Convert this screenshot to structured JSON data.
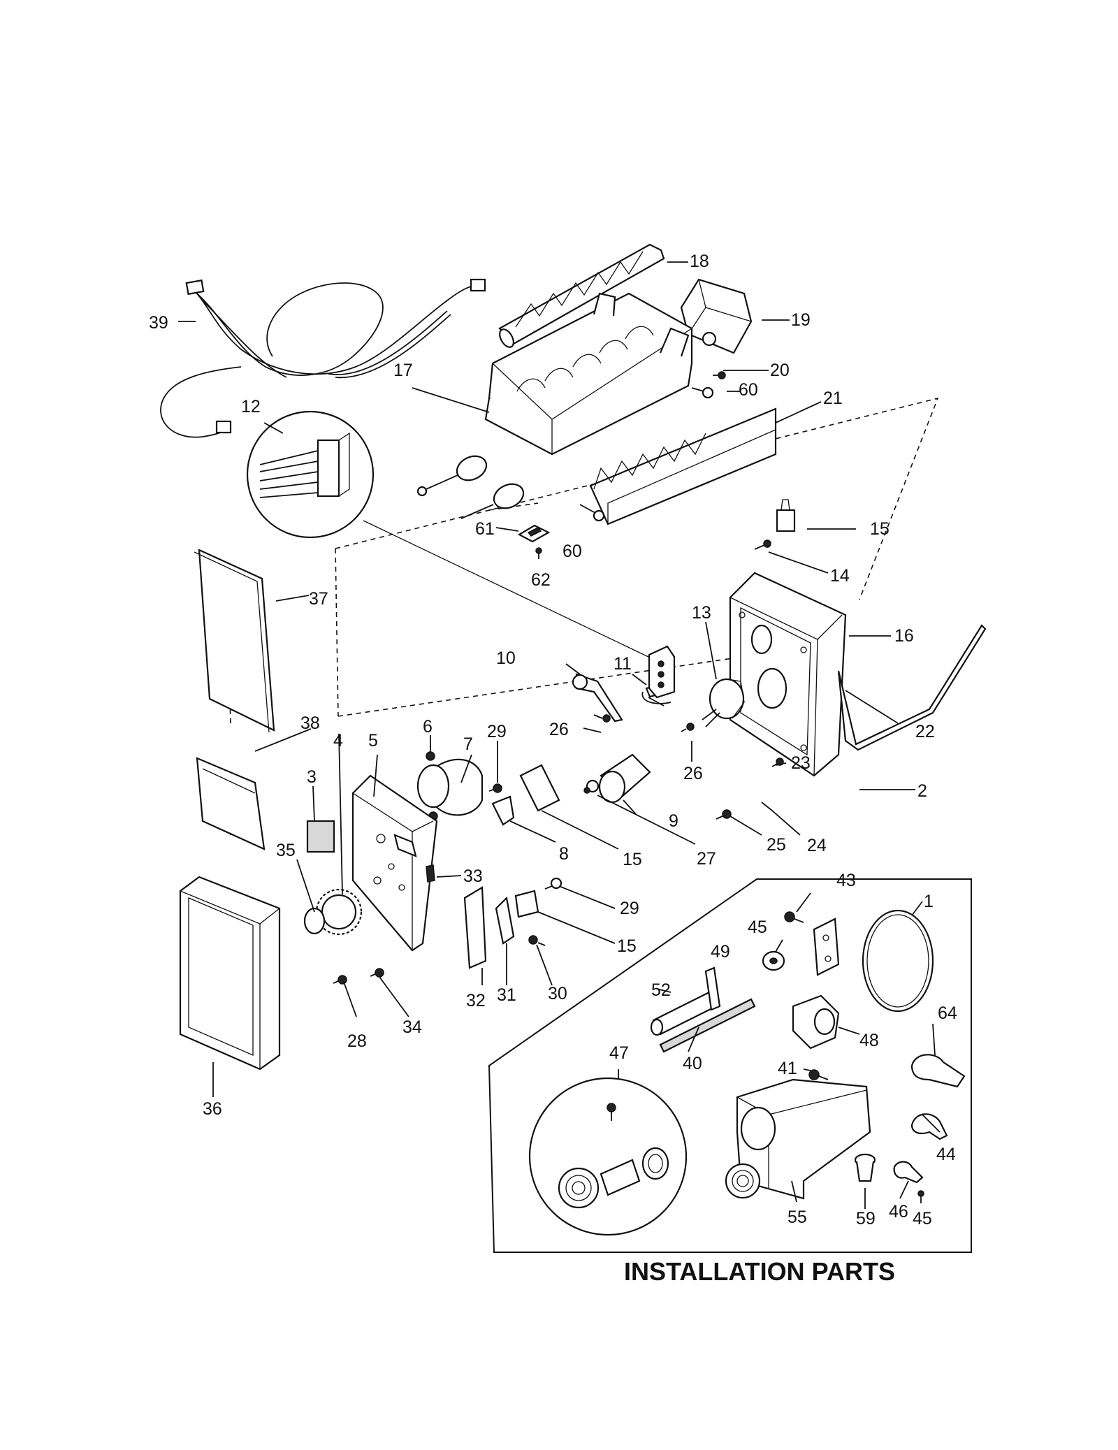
{
  "section_title": "INSTALLATION PARTS",
  "callouts": {
    "p1": "1",
    "p2": "2",
    "p3": "3",
    "p4": "4",
    "p5": "5",
    "p6": "6",
    "p7": "7",
    "p8": "8",
    "p9": "9",
    "p10": "10",
    "p11": "11",
    "p12": "12",
    "p13": "13",
    "p14": "14",
    "p15a": "15",
    "p15b": "15",
    "p15c": "15",
    "p16": "16",
    "p17": "17",
    "p18": "18",
    "p19": "19",
    "p20": "20",
    "p21": "21",
    "p22": "22",
    "p23": "23",
    "p24": "24",
    "p25": "25",
    "p26a": "26",
    "p26b": "26",
    "p27": "27",
    "p28": "28",
    "p29a": "29",
    "p29b": "29",
    "p30": "30",
    "p31": "31",
    "p32": "32",
    "p33": "33",
    "p34": "34",
    "p35": "35",
    "p36": "36",
    "p37": "37",
    "p38": "38",
    "p39": "39",
    "p40": "40",
    "p41": "41",
    "p43": "43",
    "p44": "44",
    "p45a": "45",
    "p45b": "45",
    "p46": "46",
    "p47": "47",
    "p48": "48",
    "p49": "49",
    "p52": "52",
    "p55": "55",
    "p59": "59",
    "p60a": "60",
    "p60b": "60",
    "p61": "61",
    "p62": "62",
    "p64": "64"
  }
}
